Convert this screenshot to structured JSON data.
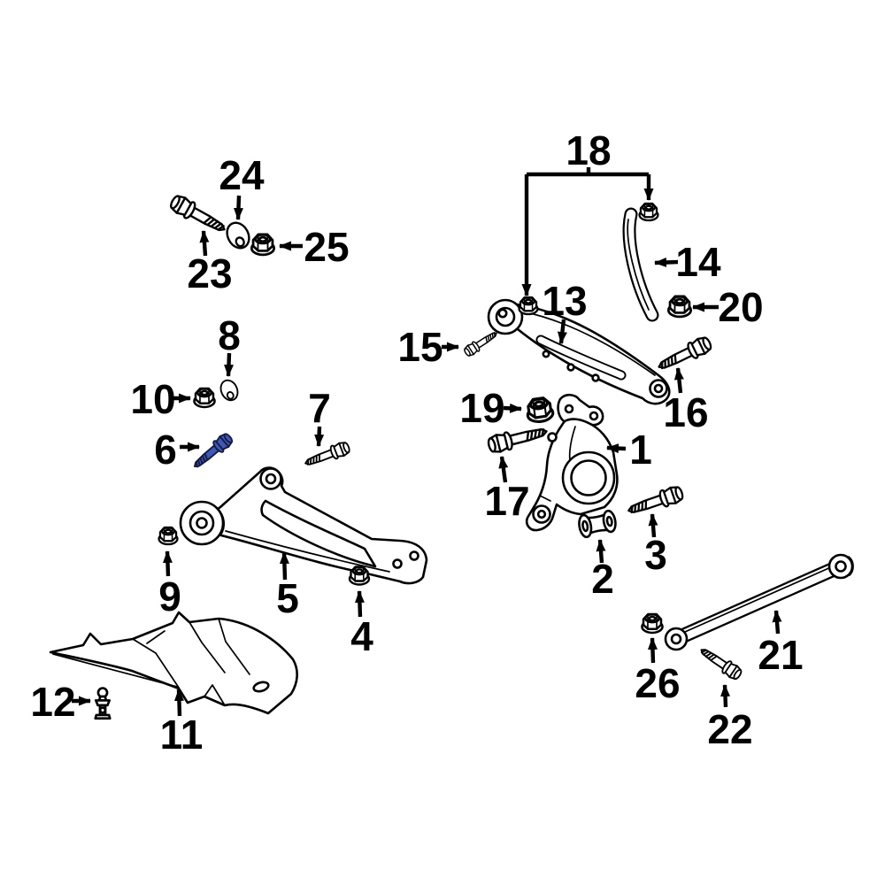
{
  "diagram": {
    "subject": "Rear suspension exploded parts diagram",
    "style": "black line art on white background",
    "highlighted_callout": "6"
  },
  "highlight": {
    "css_vars": "--body:#3f58b6;--line:#141b3e",
    "fill": "#3f58b6",
    "outline": "#141b3e"
  },
  "colors": {
    "background": "#ffffff",
    "line": "#000000"
  },
  "callouts": [
    {
      "number": "1",
      "part": "knuckle"
    },
    {
      "number": "2",
      "part": "knuckle-bushing"
    },
    {
      "number": "3",
      "part": "flange-bolt"
    },
    {
      "number": "4",
      "part": "flange-nut"
    },
    {
      "number": "5",
      "part": "lower-control-arm"
    },
    {
      "number": "6",
      "part": "flange-bolt-highlighted"
    },
    {
      "number": "7",
      "part": "flange-bolt"
    },
    {
      "number": "8",
      "part": "washer"
    },
    {
      "number": "9",
      "part": "flange-nut"
    },
    {
      "number": "10",
      "part": "flange-nut"
    },
    {
      "number": "11",
      "part": "splash-shield"
    },
    {
      "number": "12",
      "part": "push-clip"
    },
    {
      "number": "13",
      "part": "upper-control-arm"
    },
    {
      "number": "14",
      "part": "brace-strap"
    },
    {
      "number": "15",
      "part": "flange-bolt"
    },
    {
      "number": "16",
      "part": "flange-bolt"
    },
    {
      "number": "17",
      "part": "flange-bolt"
    },
    {
      "number": "18",
      "part": "flange-nut-pair"
    },
    {
      "number": "19",
      "part": "flange-nut"
    },
    {
      "number": "20",
      "part": "flange-nut"
    },
    {
      "number": "21",
      "part": "lateral-link-rod"
    },
    {
      "number": "22",
      "part": "flange-bolt"
    },
    {
      "number": "23",
      "part": "flange-bolt"
    },
    {
      "number": "24",
      "part": "washer"
    },
    {
      "number": "25",
      "part": "flange-nut"
    },
    {
      "number": "26",
      "part": "flange-nut"
    }
  ]
}
